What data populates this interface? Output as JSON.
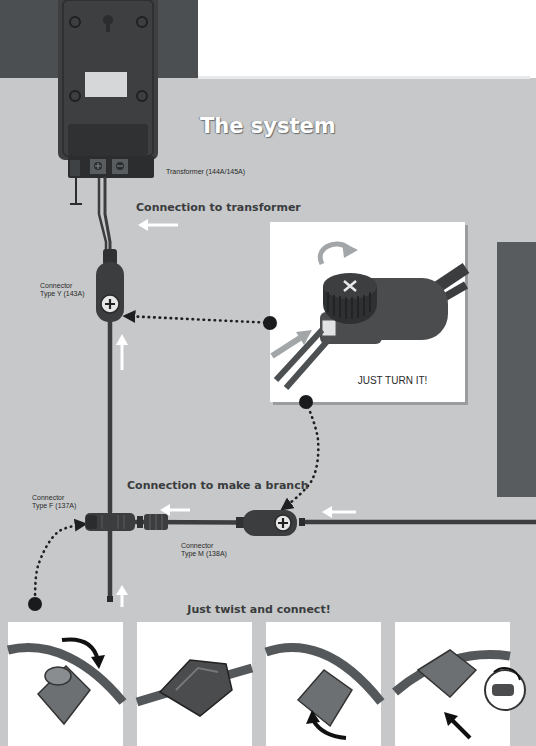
{
  "diagram": {
    "title": "The system",
    "nodes": [
      {
        "text": [
          "Transformer (144A/145A)"
        ]
      },
      {
        "text": [
          "Connector Type Y (143A)"
        ]
      },
      {
        "text": [
          "JUST TURN IT!"
        ]
      },
      {
        "text": [
          "Connector Type F (137A)"
        ]
      },
      {
        "text": [
          "Connector Type M (138A)"
        ]
      },
      {
        "text": [
          "Just twist and connect!"
        ]
      }
    ],
    "edges": [
      {
        "from": 0,
        "to": 1,
        "arrow": "none",
        "label": "Connection to transformer"
      },
      {
        "from": 1,
        "to": 3,
        "arrow": "none"
      },
      {
        "from": 3,
        "to": 4,
        "arrow": "none",
        "label": "Connection to make a branch"
      },
      {
        "from": 2,
        "to": 1,
        "arrow": "to"
      },
      {
        "from": 2,
        "to": 4,
        "arrow": "to"
      },
      {
        "from": 5,
        "to": 3,
        "arrow": "to"
      }
    ]
  }
}
